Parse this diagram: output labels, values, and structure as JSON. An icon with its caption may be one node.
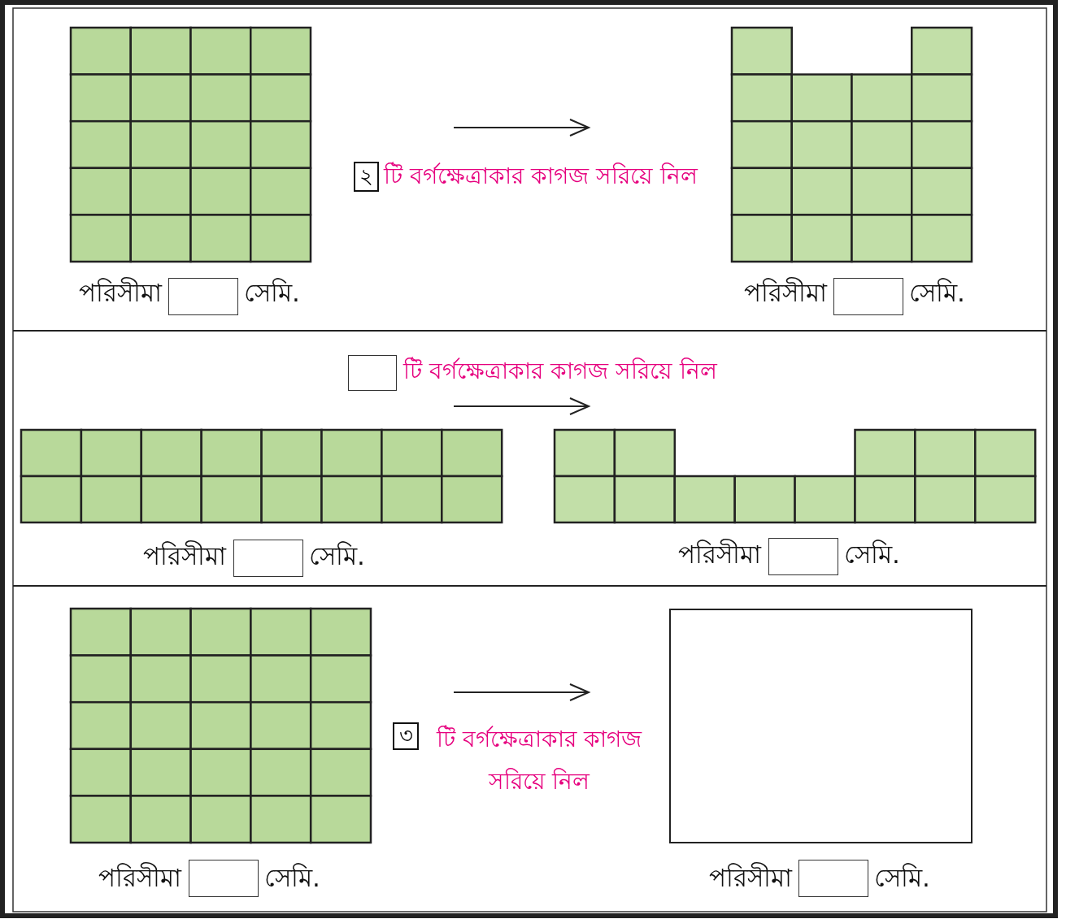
{
  "diagram": {
    "nodes": [
      {
        "text": [],
        "shape": "grid",
        "beside": [
          "পরিসীমা",
          "সেমি."
        ]
      },
      {
        "text": [],
        "shape": "grid",
        "beside": [
          "পরিসীমা",
          "সেমি."
        ]
      },
      {
        "text": [],
        "shape": "grid",
        "beside": [
          "পরিসীমা",
          "সেমি."
        ]
      },
      {
        "text": [],
        "shape": "grid",
        "beside": [
          "পরিসীমা",
          "সেমি."
        ]
      },
      {
        "text": [],
        "shape": "grid",
        "beside": [
          "পরিসীমা",
          "সেমি."
        ]
      },
      {
        "text": [],
        "shape": "box",
        "beside": [
          "পরিসীমা",
          "সেমি."
        ]
      }
    ],
    "labels": [
      "২",
      "টি বর্গক্ষেত্রাকার কাগজ সরিয়ে নিল",
      "টি বর্গক্ষেত্রাকার কাগজ সরিয়ে নিল",
      "৩",
      "টি বর্গক্ষেত্রাকার কাগজ সরিয়ে নিল"
    ]
  }
}
